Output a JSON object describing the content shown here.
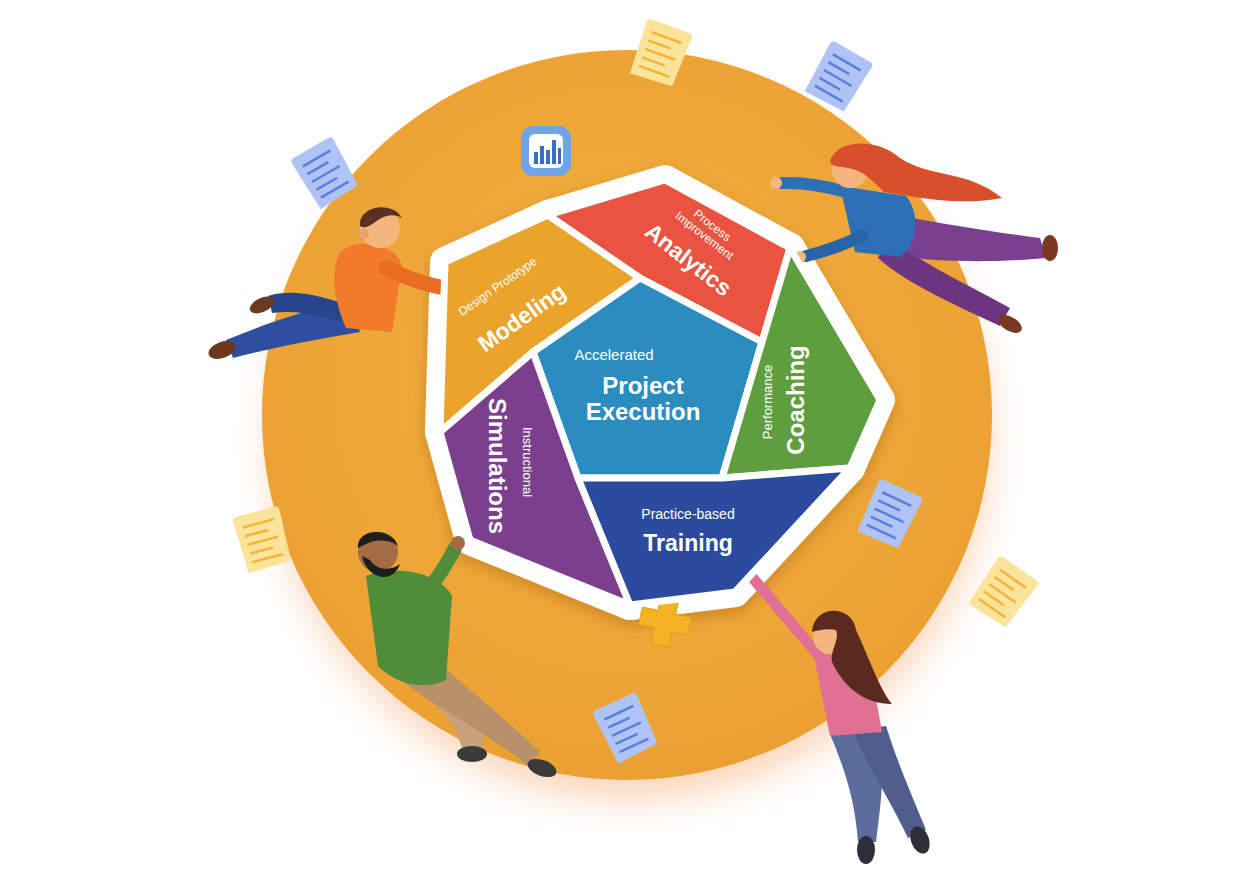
{
  "diagram": {
    "nodes": [
      {
        "text": [
          "Design Prototype",
          "Modeling"
        ]
      },
      {
        "text": [
          "Process Improvement",
          "Analytics"
        ]
      },
      {
        "text": [
          "Accelerated",
          "Project Execution"
        ]
      },
      {
        "text": [
          "Performance",
          "Coaching"
        ]
      },
      {
        "text": [
          "Instructional",
          "Simulations"
        ]
      },
      {
        "text": [
          "Practice-based",
          "Training"
        ]
      }
    ]
  }
}
